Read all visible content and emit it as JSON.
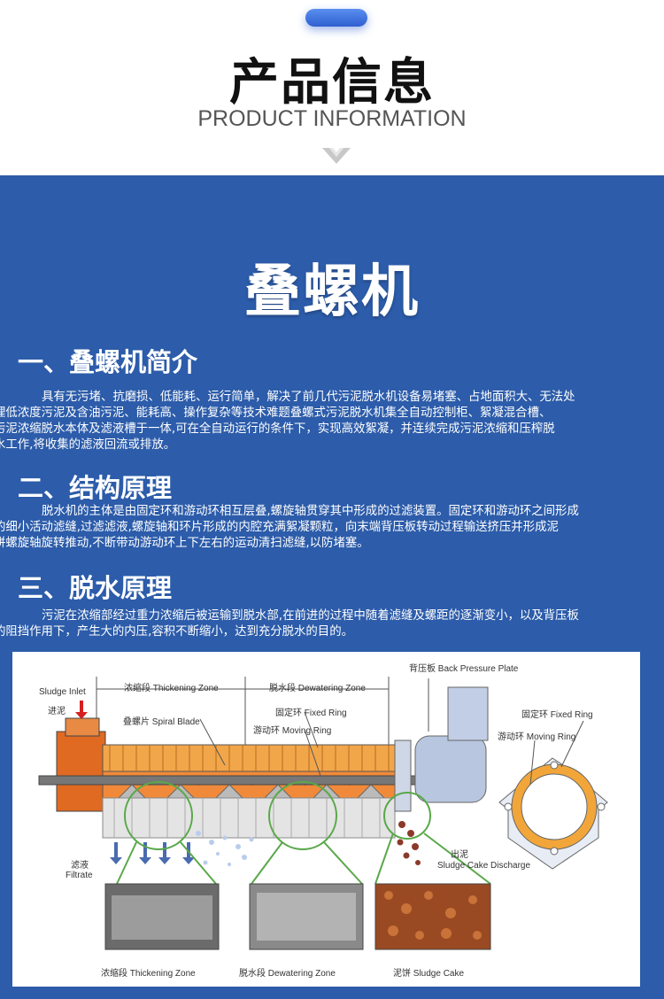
{
  "header": {
    "title": "产品信息",
    "subtitle": "PRODUCT INFORMATION"
  },
  "main": {
    "title": "叠螺机",
    "sections": [
      {
        "heading": "一、叠螺机简介",
        "lines": [
          "具有无污堵、抗磨损、低能耗、运行简单，解决了前几代污泥脱水机设备易堵塞、占地面积大、无法处",
          "理低浓度污泥及含油污泥、能耗高、操作复杂等技术难题叠螺式污泥脱水机集全自动控制柜、絮凝混合槽、",
          "污泥浓缩脱水本体及滤液槽于一体,可在全自动运行的条件下，实现高效絮凝，并连续完成污泥浓缩和压榨脱",
          "水工作,将收集的滤液回流或排放。"
        ]
      },
      {
        "heading": "二、结构原理",
        "lines": [
          "脱水机的主体是由固定环和游动环相互层叠,螺旋轴贯穿其中形成的过滤装置。固定环和游动环之间形成",
          "的细小活动滤缝,过滤滤液,螺旋轴和环片形成的内腔充满絮凝颗粒，向末端背压板转动过程输送挤压并形成泥",
          "饼螺旋轴旋转推动,不断带动游动环上下左右的运动清扫滤缝,以防堵塞。"
        ]
      },
      {
        "heading": "三、脱水原理",
        "lines": [
          "污泥在浓缩部经过重力浓缩后被运输到脱水部,在前进的过程中随着滤缝及螺距的逐渐变小，以及背压板",
          "的阻挡作用下，产生大的内压,容积不断缩小，达到充分脱水的目的。"
        ]
      }
    ]
  },
  "diagram": {
    "labels": {
      "sludge_inlet": "Sludge Inlet",
      "inlet_cn": "进泥",
      "thickening_zone": "浓缩段  Thickening Zone",
      "dewatering_zone": "脱水段  Dewatering Zone",
      "back_pressure": "背压板  Back Pressure Plate",
      "spiral_blade": "叠螺片  Spiral Blade",
      "fixed_ring": "固定环  Fixed Ring",
      "moving_ring": "游动环  Moving Ring",
      "fixed_ring_right": "固定环  Fixed Ring",
      "moving_ring_right": "游动环  Moving Ring",
      "filtrate_cn": "滤液",
      "filtrate": "Filtrate",
      "discharge_cn": "出泥",
      "discharge": "Sludge Cake Discharge",
      "bottom_thickening": "浓缩段  Thickening Zone",
      "bottom_dewatering": "脱水段  Dewatering Zone",
      "bottom_cake": "泥饼  Sludge Cake"
    }
  }
}
